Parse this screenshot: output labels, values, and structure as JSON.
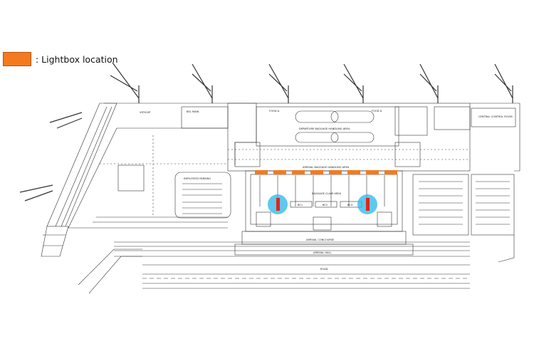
{
  "legend": {
    "label": ": Lightbox location",
    "swatch_color": "#f47a20"
  },
  "markers": {
    "lightbox_color": "#f47a20",
    "highlight_color": "#29b6e8",
    "emphasis_color": "#e0261c"
  },
  "plan_labels": {
    "vip": "VIP/VVIP",
    "main_building": "BEL MAIN",
    "baggage_handling": "DEPARTURE BAGGAGE HANDLING AREA",
    "arrival_baggage": "ARRIVAL BAGGAGE HANDLING AREA",
    "reclaim": "BAGGAGE CLAIM AREA",
    "arrival_hall": "ARRIVAL HALL",
    "arrival_concourse": "ARRIVAL CONCOURSE",
    "car_park": "EMPLOYEES PARKING",
    "control_room": "CENTRAL CONTROL ROOM",
    "road": "ROAD",
    "fd_left": "FOOD &",
    "fd_right": "FOOD &",
    "belt1": "BC1",
    "belt2": "BC2",
    "belt3": "BC3"
  }
}
